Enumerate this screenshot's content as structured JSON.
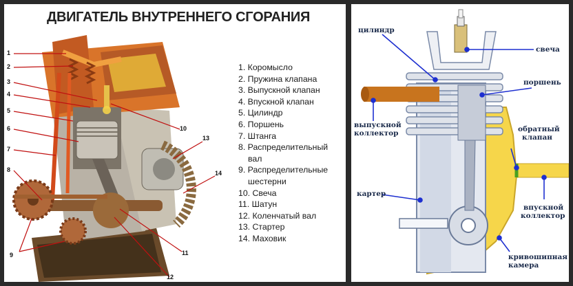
{
  "left": {
    "title": "ДВИГАТЕЛЬ ВНУТРЕННЕГО СГОРАНИЯ",
    "legend": [
      "1. Коромысло",
      "2. Пружина клапана",
      "3. Выпускной клапан",
      "4. Впускной клапан",
      "5. Цилиндр",
      "6. Поршень",
      "7. Штанга",
      "8. Распределительный",
      "вал",
      "9. Распределительные",
      "шестерни",
      "10. Свеча",
      "11. Шатун",
      "12. Коленчатый вал",
      "13. Стартер",
      "14. Маховик"
    ],
    "callouts": [
      "1",
      "2",
      "3",
      "4",
      "5",
      "6",
      "7",
      "8",
      "9",
      "10",
      "11",
      "12",
      "13",
      "14"
    ]
  },
  "right": {
    "labels": {
      "cylinder": "цилиндр",
      "spark_plug": "свеча",
      "piston": "поршень",
      "exhaust_l1": "выпускной",
      "exhaust_l2": "коллектор",
      "check_valve_l1": "обратный",
      "check_valve_l2": "клапан",
      "crankcase": "картер",
      "intake_l1": "впускной",
      "intake_l2": "коллектор",
      "crank_chamber_l1": "кривошипная",
      "crank_chamber_l2": "камера"
    }
  },
  "colors": {
    "background": "#2a2a2a",
    "engine_orange": "#d9742a",
    "engine_rust": "#a8562a",
    "engine_gold": "#e6b83a",
    "block_gray": "#b9b2a6",
    "yellow_chamber": "#f6d64a",
    "pointer_blue": "#1d2fd0",
    "exhaust_pipe": "#c8741e"
  }
}
